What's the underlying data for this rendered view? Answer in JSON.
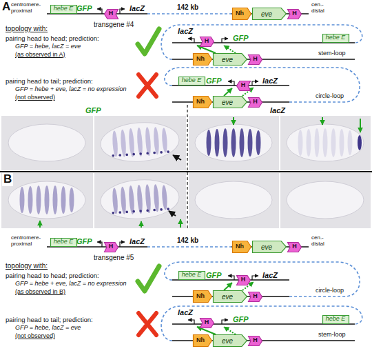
{
  "diagram": {
    "nodes": [
      {
        "text": [
          "hebe E"
        ]
      },
      {
        "text": [
          "H"
        ]
      },
      {
        "text": [
          "Nh"
        ]
      },
      {
        "text": [
          "eve"
        ]
      },
      {
        "text": [
          "H"
        ]
      },
      {
        "text": [
          "H"
        ]
      },
      {
        "text": [
          "hebe E"
        ]
      },
      {
        "text": [
          "Nh"
        ]
      },
      {
        "text": [
          "eve"
        ]
      },
      {
        "text": [
          "H"
        ]
      },
      {
        "text": [
          "hebe E"
        ]
      },
      {
        "text": [
          "H"
        ]
      },
      {
        "text": [
          "Nh"
        ]
      },
      {
        "text": [
          "eve"
        ]
      },
      {
        "text": [
          "H"
        ]
      },
      {
        "text": [
          "hebe E"
        ]
      },
      {
        "text": [
          "H"
        ]
      },
      {
        "text": [
          "Nh"
        ]
      },
      {
        "text": [
          "eve"
        ]
      },
      {
        "text": [
          "H"
        ]
      },
      {
        "text": [
          "hebe E"
        ]
      },
      {
        "text": [
          "H"
        ]
      },
      {
        "text": [
          "Nh"
        ]
      },
      {
        "text": [
          "eve"
        ]
      },
      {
        "text": [
          "H"
        ]
      },
      {
        "text": [
          "H"
        ]
      },
      {
        "text": [
          "hebe E"
        ]
      },
      {
        "text": [
          "Nh"
        ]
      },
      {
        "text": [
          "eve"
        ]
      },
      {
        "text": [
          "H"
        ]
      }
    ],
    "labels": [
      "A",
      "centromere- proximal",
      "GFP",
      "lacZ",
      "142 kb",
      "cen.- distal",
      "transgene #4",
      "topology with:",
      "pairing head to head; prediction:",
      "GFP = hebe, lacZ = eve",
      "(as observed in A)",
      "lacZ",
      "GFP",
      "stem-loop",
      "pairing head to tail; prediction:",
      "GFP = hebe + eve, lacZ = no expression",
      "(not observed)",
      "GFP",
      "lacZ",
      "circle-loop",
      "GFP",
      "lacZ",
      "B",
      "centromere- proximal",
      "GFP",
      "lacZ",
      "142 kb",
      "cen.- distal",
      "transgene #5",
      "topology with:",
      "pairing head to head; prediction:",
      "GFP = hebe + eve, lacZ = no expression",
      "(as observed in B)",
      "GFP",
      "lacZ",
      "circle-loop",
      "pairing head to tail; prediction:",
      "GFP = hebe, lacZ = eve",
      "(not observed)",
      "lacZ",
      "GFP",
      "stem-loop"
    ]
  }
}
